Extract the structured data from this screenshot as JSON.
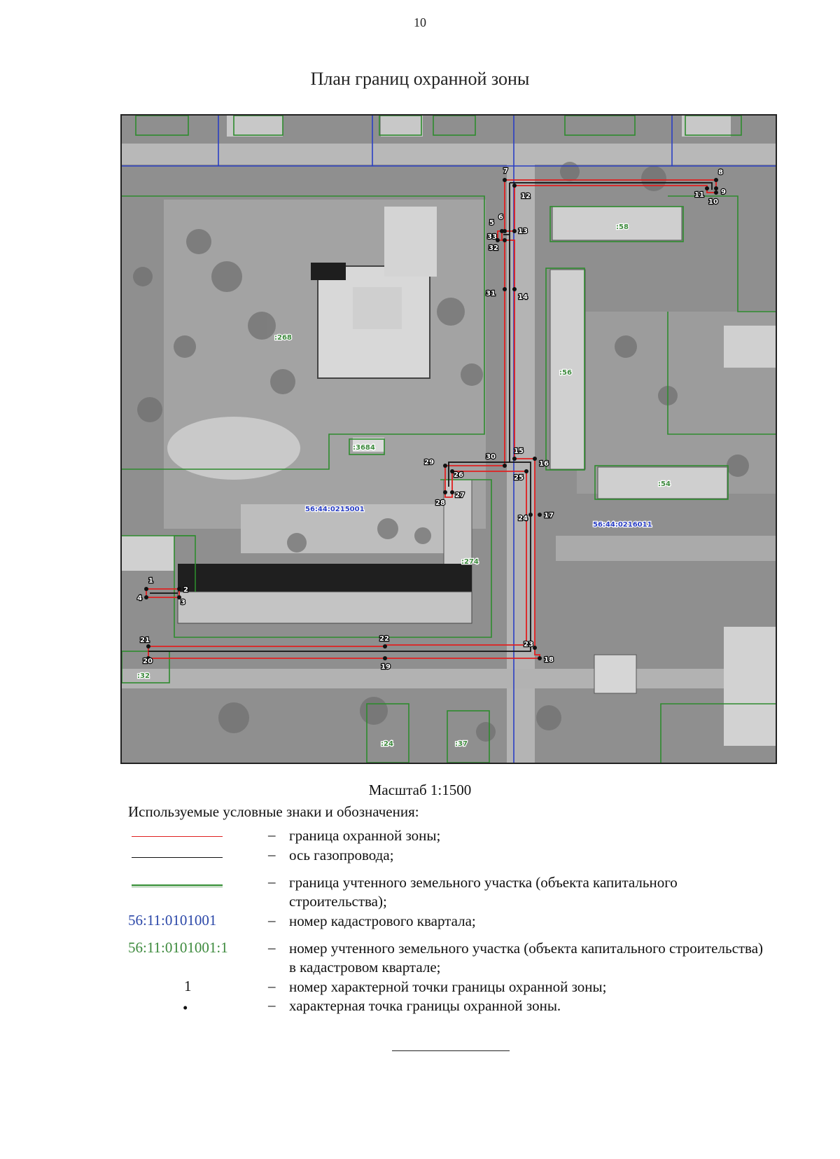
{
  "page_number": "10",
  "title": "План границ охранной зоны",
  "map": {
    "quarter_labels": [
      "56:44:0215001",
      "56:44:0216011"
    ],
    "parcel_labels": [
      ":268",
      ":3684",
      ":58",
      ":56",
      ":54",
      ":274",
      ":32",
      ":24",
      ":37"
    ],
    "point_labels": [
      "1",
      "2",
      "3",
      "4",
      "5",
      "6",
      "7",
      "8",
      "9",
      "10",
      "11",
      "12",
      "13",
      "14",
      "15",
      "16",
      "17",
      "18",
      "19",
      "20",
      "21",
      "22",
      "23",
      "24",
      "25",
      "26",
      "27",
      "28",
      "29",
      "30",
      "31",
      "32",
      "33"
    ],
    "colors": {
      "zone_boundary": "#e02020",
      "pipeline_axis": "#111111",
      "parcel_boundary": "#2e8b2e",
      "quarter_boundary": "#2a3fc4",
      "quarter_label": "#2a3fc4",
      "parcel_label": "#3d8a3d"
    }
  },
  "scale": "Масштаб 1:1500",
  "legend": {
    "title": "Используемые условные знаки и обозначения:",
    "dash": "–",
    "items": [
      {
        "symbol": "red-line",
        "text": "граница охранной зоны;"
      },
      {
        "symbol": "black-line",
        "text": "ось газопровода;"
      },
      {
        "symbol": "green-line",
        "text": "граница учтенного земельного участка (объекта капитального строительства);"
      },
      {
        "symbol": "blue-text",
        "symbol_text": "56:11:0101001",
        "text": "номер кадастрового квартала;"
      },
      {
        "symbol": "green-text",
        "symbol_text": "56:11:0101001:1",
        "text": "номер учтенного земельного участка (объекта капитального строительства) в кадастровом квартале;"
      },
      {
        "symbol": "number",
        "symbol_text": "1",
        "text": "номер характерной точки границы охранной зоны;"
      },
      {
        "symbol": "dot",
        "symbol_text": "•",
        "text": "характерная точка границы охранной зоны."
      }
    ]
  }
}
